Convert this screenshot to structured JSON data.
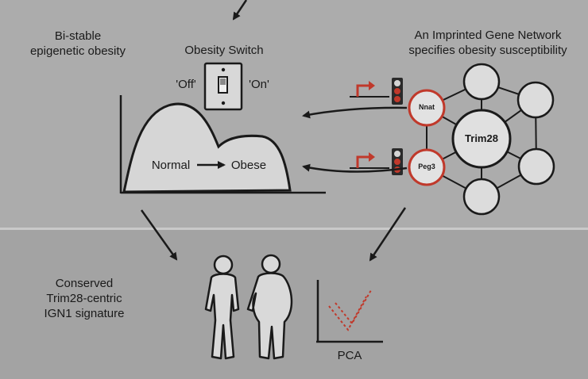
{
  "top_left": {
    "line1": "Bi-stable",
    "line2": "epigenetic obesity"
  },
  "switch": {
    "title": "Obesity Switch",
    "off_label": "'Off'",
    "on_label": "'On'"
  },
  "top_right": {
    "line1": "An Imprinted Gene Network",
    "line2": "specifies obesity susceptibility"
  },
  "curve": {
    "normal": "Normal",
    "obese": "Obese"
  },
  "network": {
    "hub": "Trim28",
    "node_a": "Nnat",
    "node_b": "Peg3"
  },
  "bottom_left": {
    "line1": "Conserved",
    "line2": "Trim28-centric",
    "line3": "IGN1 signature"
  },
  "pca": {
    "label": "PCA"
  },
  "colors": {
    "accent_red": "#c0392b",
    "node_fill": "#dcdcdc",
    "stroke": "#1a1a1a"
  }
}
